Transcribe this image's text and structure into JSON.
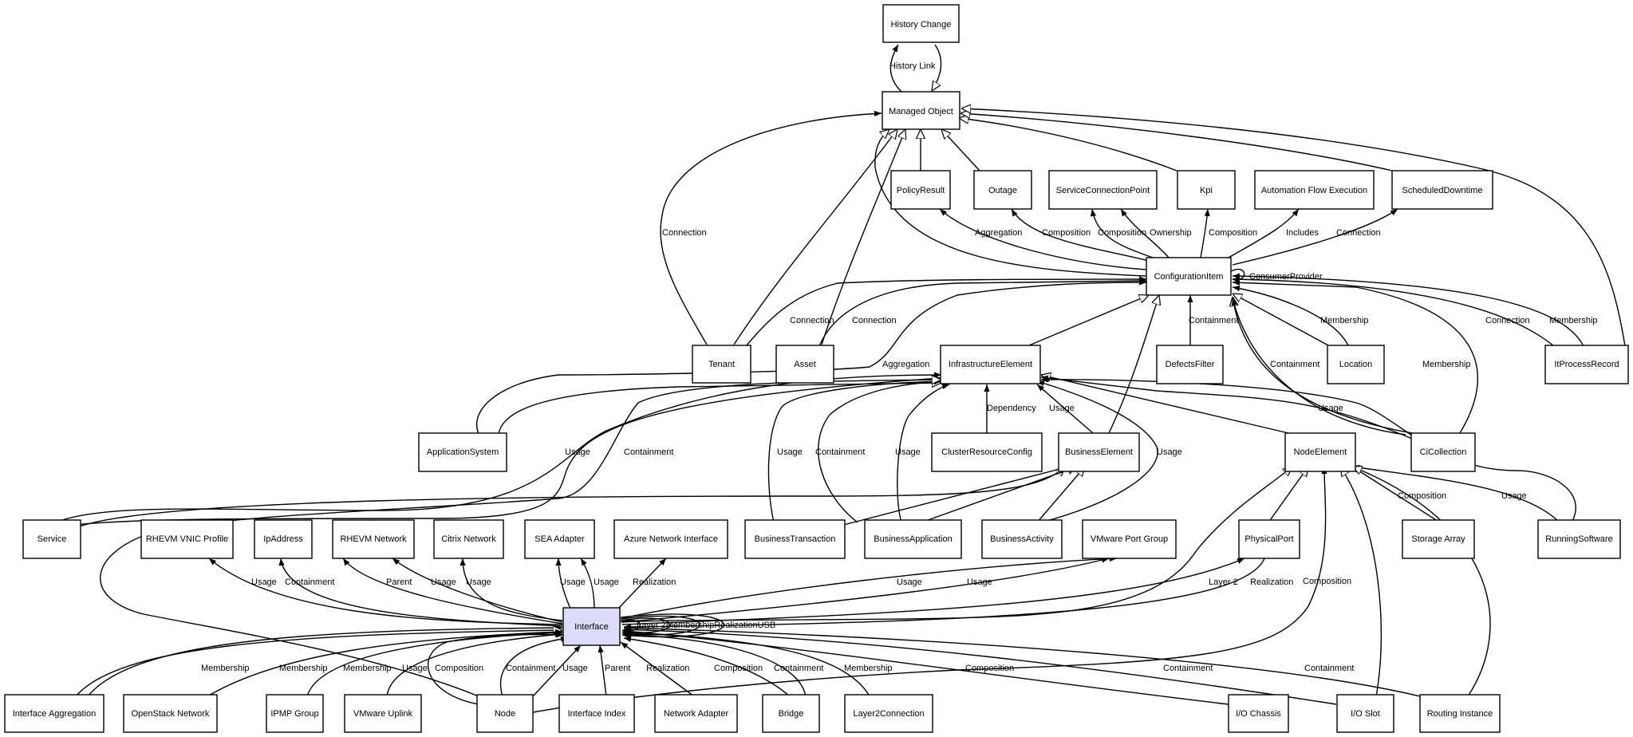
{
  "nodes": {
    "history_change": "History Change",
    "managed_object": "Managed Object",
    "policy_result": "PolicyResult",
    "outage": "Outage",
    "service_connection_point": "ServiceConnectionPoint",
    "kpi": "Kpi",
    "automation_flow_execution": "Automation Flow Execution",
    "scheduled_downtime": "ScheduledDowntime",
    "configuration_item": "ConfigurationItem",
    "tenant": "Tenant",
    "asset": "Asset",
    "infrastructure_element": "InfrastructureElement",
    "defects_filter": "DefectsFilter",
    "location": "Location",
    "it_process_record": "ItProcessRecord",
    "application_system": "ApplicationSystem",
    "cluster_resource_config": "ClusterResourceConfig",
    "business_element": "BusinessElement",
    "node_element": "NodeElement",
    "ci_collection": "CiCollection",
    "service": "Service",
    "rhevm_vnic_profile": "RHEVM VNIC Profile",
    "ip_address": "IpAddress",
    "rhevm_network": "RHEVM Network",
    "citrix_network": "Citrix Network",
    "sea_adapter": "SEA Adapter",
    "azure_network_interface": "Azure Network Interface",
    "business_transaction": "BusinessTransaction",
    "business_application": "BusinessApplication",
    "business_activity": "BusinessActivity",
    "vmware_port_group": "VMware Port Group",
    "physical_port": "PhysicalPort",
    "storage_array": "Storage Array",
    "running_software": "RunningSoftware",
    "interface": "Interface",
    "interface_aggregation": "Interface Aggregation",
    "openstack_network": "OpenStack Network",
    "ipmp_group": "IPMP Group",
    "vmware_uplink": "VMware Uplink",
    "node": "Node",
    "interface_index": "Interface Index",
    "network_adapter": "Network Adapter",
    "bridge": "Bridge",
    "layer2_connection": "Layer2Connection",
    "io_chassis": "I/O Chassis",
    "io_slot": "I/O Slot",
    "routing_instance": "Routing Instance"
  },
  "edge_labels": {
    "history_link": "History Link",
    "connection": "Connection",
    "aggregation": "Aggregation",
    "composition": "Composition",
    "ownership": "Ownership",
    "includes": "Includes",
    "consumer_provider": "ConsumerProvider",
    "membership": "Membership",
    "containment": "Containment",
    "dependency": "Dependency",
    "usage": "Usage",
    "parent": "Parent",
    "realization": "Realization",
    "layer2": "Layer 2",
    "self_loops": "Layer 2MembershipRealizationUSB"
  },
  "colors": {
    "highlight_fill": "#dcdcfa",
    "stroke": "#000000",
    "background": "#ffffff"
  }
}
